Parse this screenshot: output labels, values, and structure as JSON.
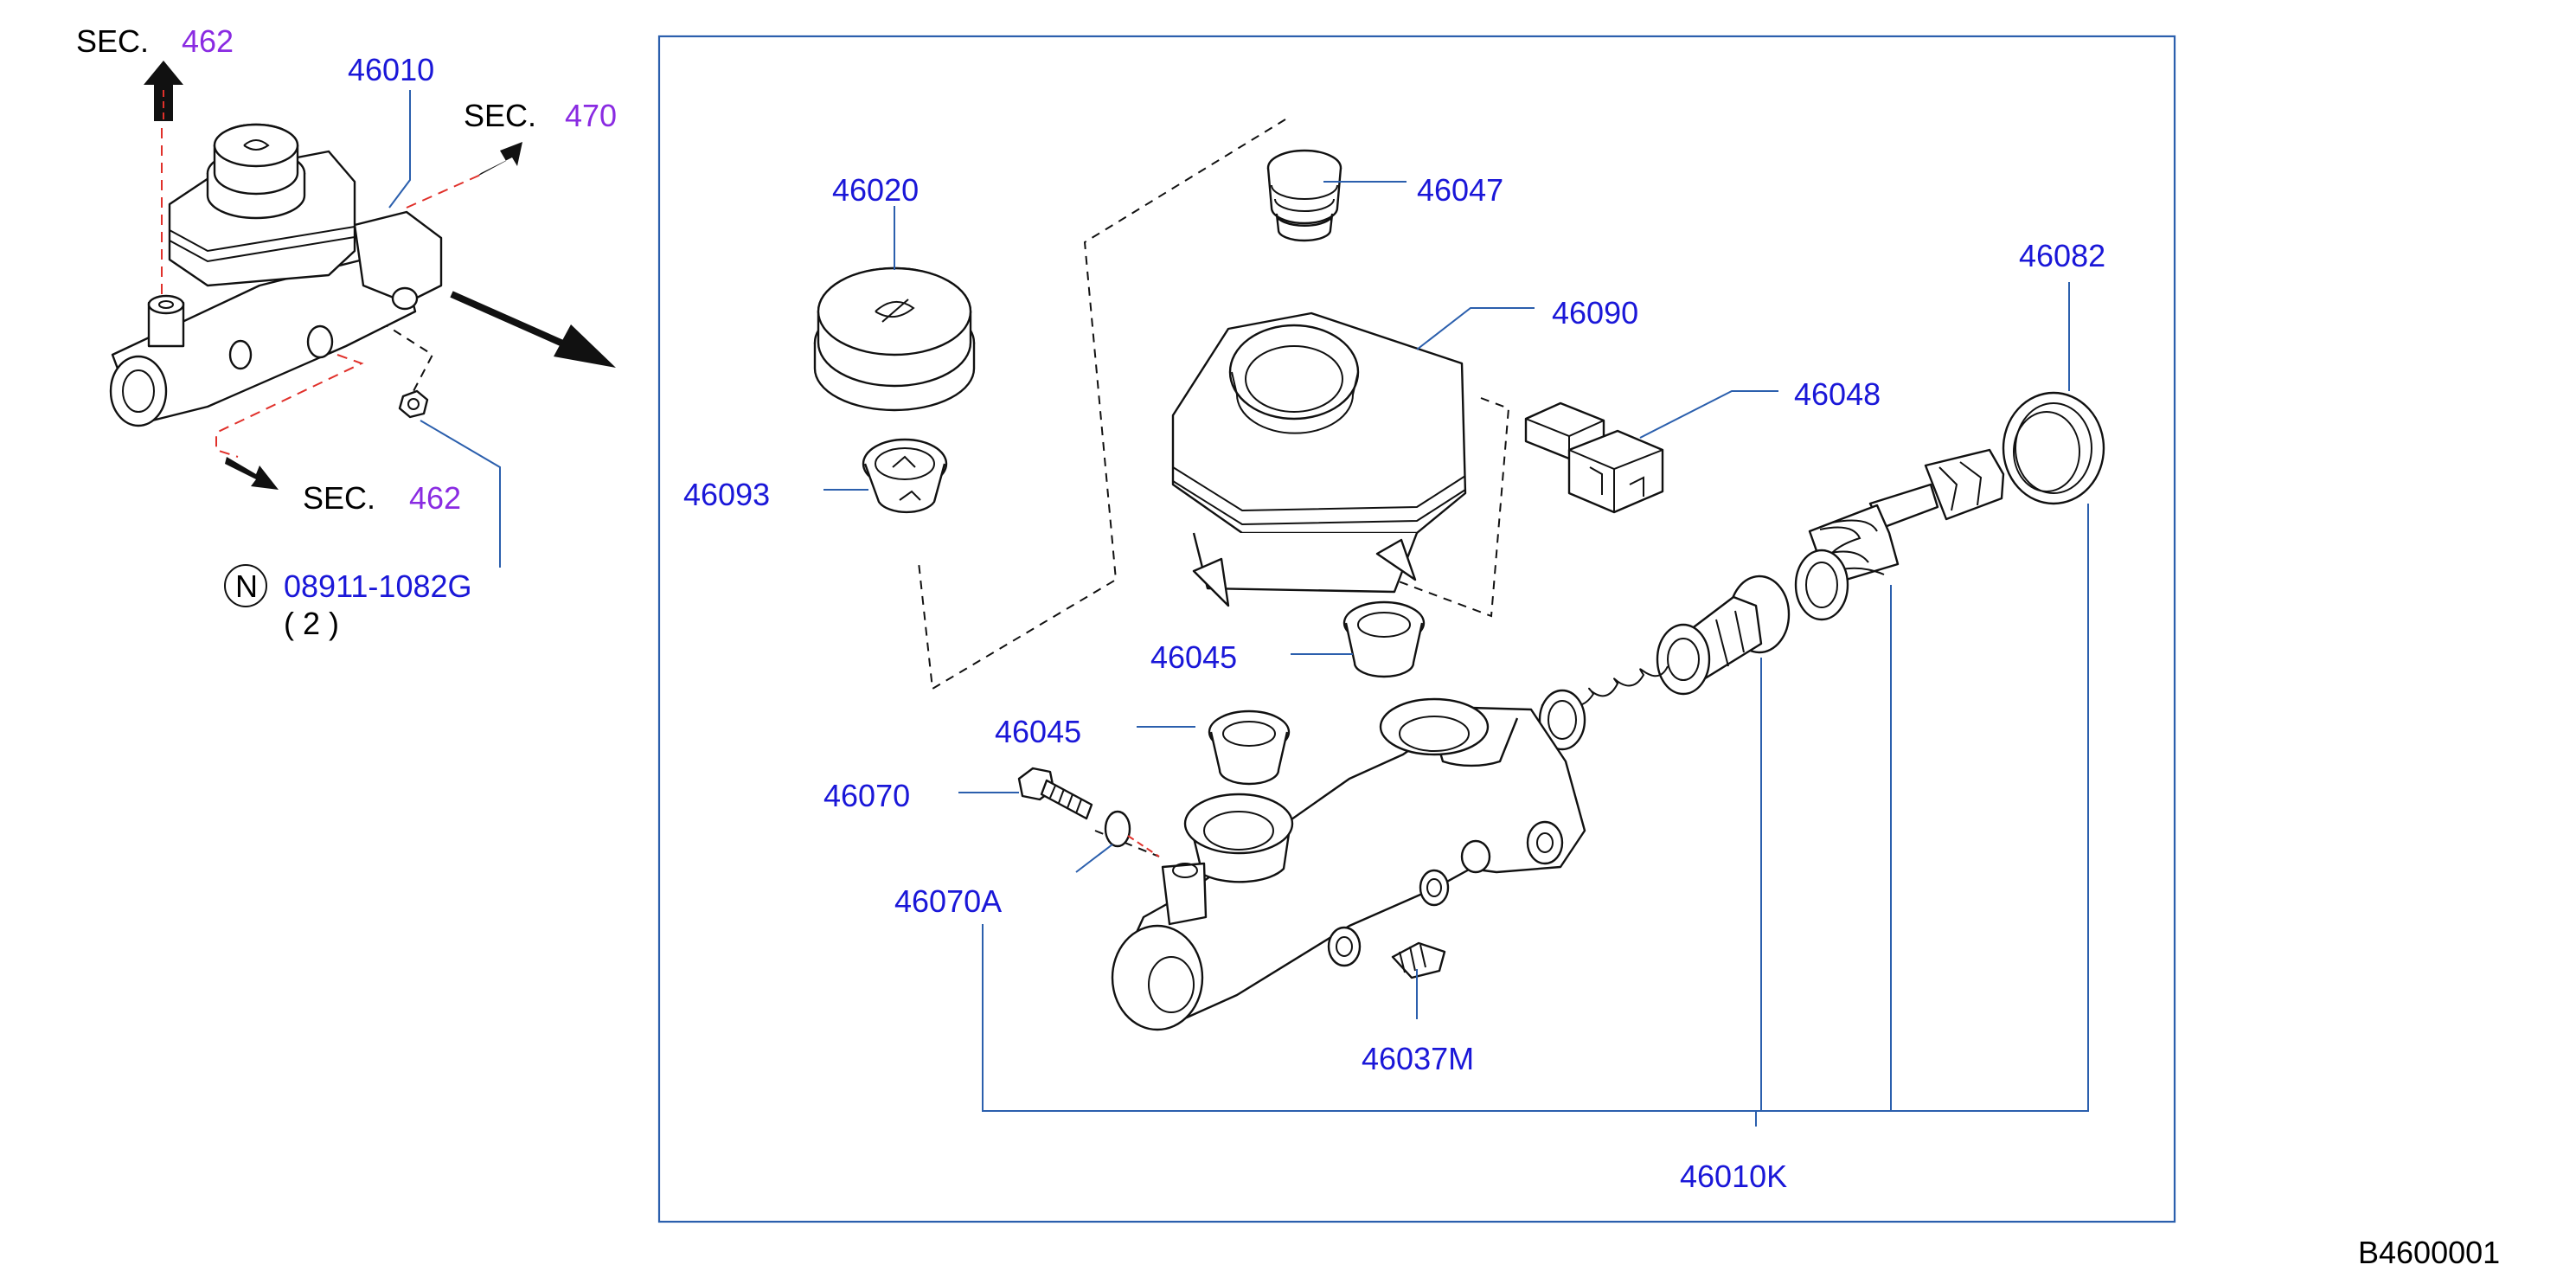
{
  "colors": {
    "part_label": "#1a17d8",
    "section_number": "#8a2be2",
    "leader_line": "#2b5fad",
    "frame": "#2b5fad",
    "red_dash": "#e0302a",
    "ink": "#111111"
  },
  "overview": {
    "sec_word": "SEC.",
    "sec_top_num": "462",
    "sec_right_num": "470",
    "sec_bottom_num": "462",
    "part_46010": "46010",
    "nut_symbol": "N",
    "nut_part": "08911-1082G",
    "nut_qty": "( 2 )"
  },
  "parts": {
    "p46020": "46020",
    "p46047": "46047",
    "p46090": "46090",
    "p46082": "46082",
    "p46048": "46048",
    "p46093": "46093",
    "p46045a": "46045",
    "p46045b": "46045",
    "p46070": "46070",
    "p46070A": "46070A",
    "p46037M": "46037M",
    "p46010K": "46010K"
  },
  "diagram_code": "B4600001"
}
